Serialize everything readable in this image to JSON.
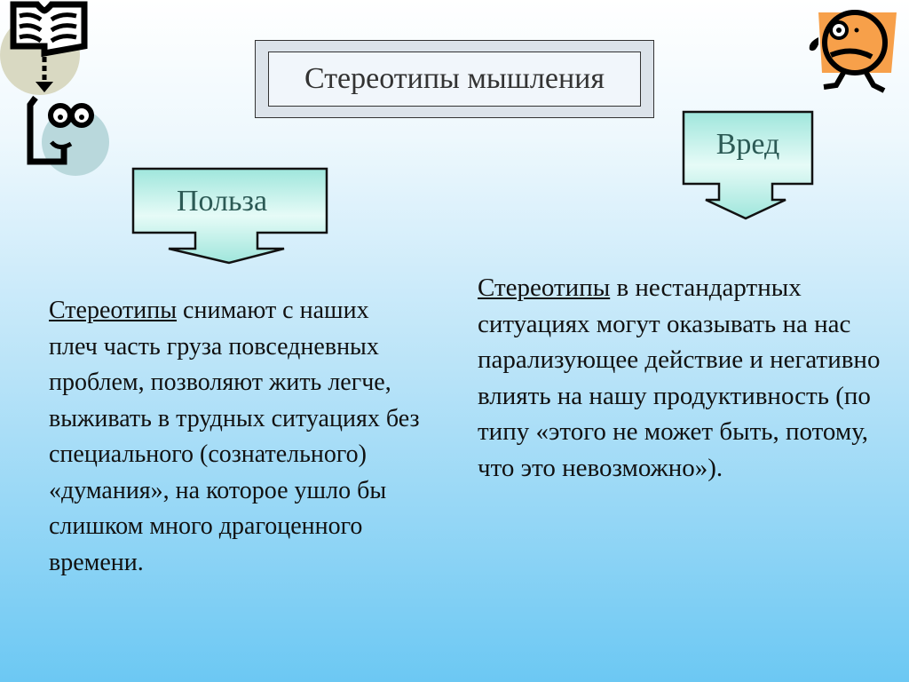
{
  "title": "Стереотипы мышления",
  "benefit": {
    "label": "Польза",
    "lead": "Стереотипы",
    "text": " снимают с наших плеч часть груза повседневных проблем, позволяют жить легче, выживать в трудных ситуациях без специального (сознательного) «думания», на которое ушло бы слишком много драгоценного времени."
  },
  "harm": {
    "label": "Вред",
    "lead": "Стереотипы",
    "text": " в нестандартных ситуациях могут оказывать на нас парализующее действие и негативно влиять на нашу продуктивность (по типу «этого не может быть, потому, что это невозможно»)."
  },
  "colors": {
    "callout_fill": "#aeeae0",
    "accent_orange": "#f7a04a"
  }
}
